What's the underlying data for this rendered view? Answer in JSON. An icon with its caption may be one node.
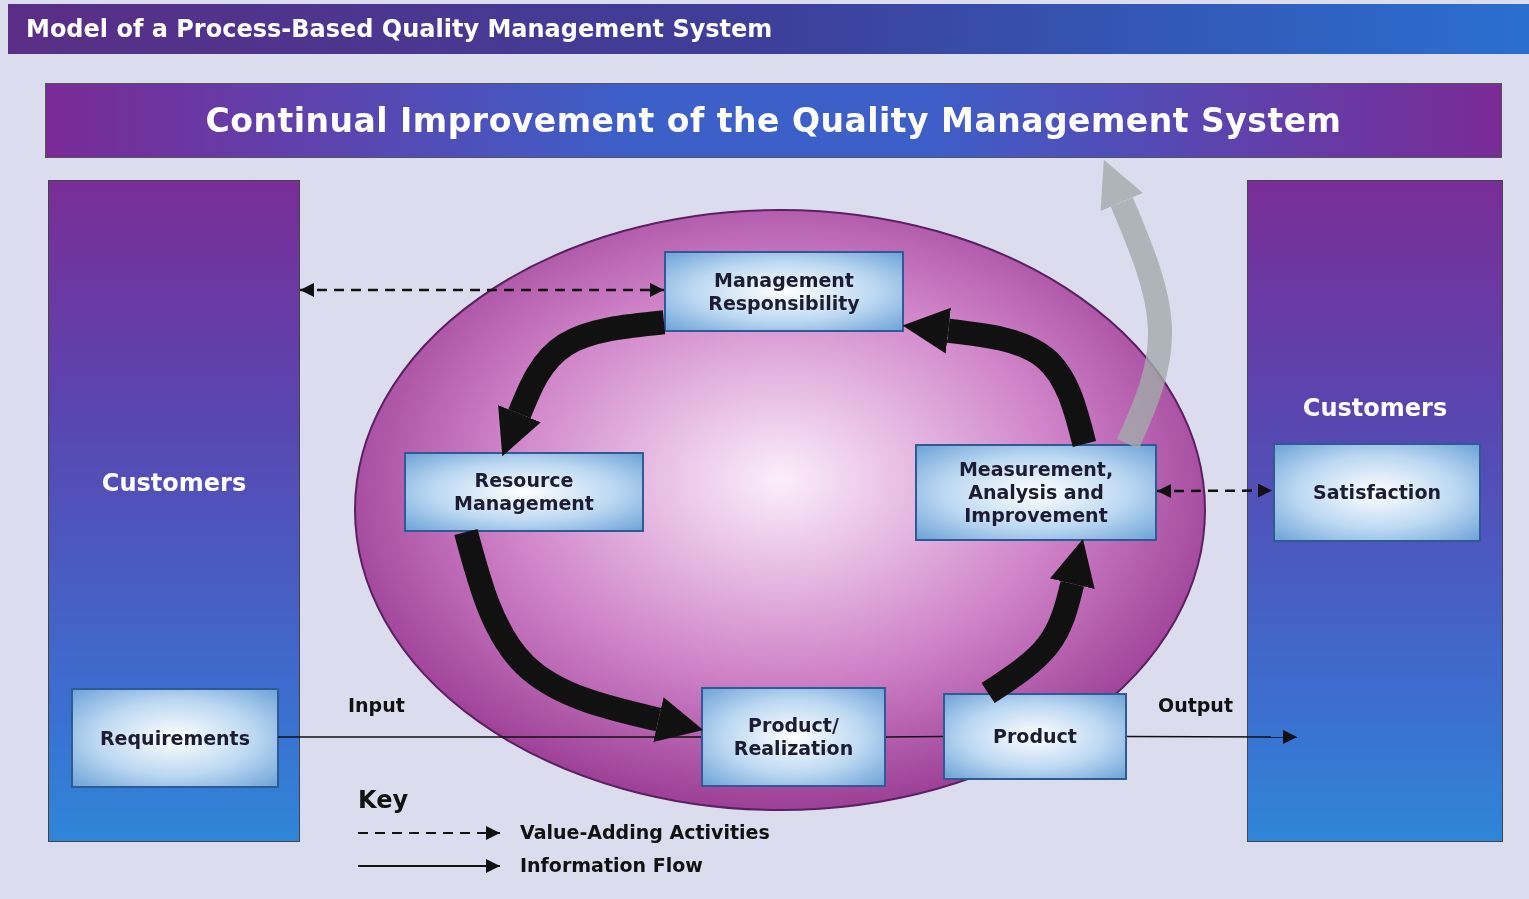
{
  "diagram": {
    "title": "Model of a Process-Based Quality Management System",
    "nodes": [
      {
        "text": [
          "Customers"
        ]
      },
      {
        "text": [
          "Requirements"
        ],
        "in": 0
      },
      {
        "text": [
          "Customers"
        ]
      },
      {
        "text": [
          "Satisfaction"
        ],
        "in": 2
      },
      {
        "text": [
          "Continual Improvement of the Quality Management System"
        ]
      },
      {
        "text": [
          "Management Responsibility"
        ]
      },
      {
        "text": [
          "Resource Management"
        ]
      },
      {
        "text": [
          "Product/ Realization"
        ]
      },
      {
        "text": [
          "Measurement, Analysis and Improvement"
        ]
      },
      {
        "text": [
          "Product"
        ]
      }
    ],
    "edges": [
      {
        "from": 0,
        "to": 5,
        "arrow": "both",
        "style": "dashed"
      },
      {
        "from": 8,
        "to": 3,
        "arrow": "both",
        "style": "dashed"
      },
      {
        "from": 5,
        "to": 6,
        "arrow": "to",
        "style": "thick"
      },
      {
        "from": 6,
        "to": 7,
        "arrow": "to",
        "style": "thick"
      },
      {
        "from": 9,
        "to": 8,
        "arrow": "to",
        "style": "thick"
      },
      {
        "from": 8,
        "to": 5,
        "arrow": "to",
        "style": "thick"
      },
      {
        "from": 1,
        "to": 7,
        "arrow": "none",
        "label": "Input"
      },
      {
        "from": 7,
        "to": 9,
        "arrow": "none"
      },
      {
        "from": 9,
        "to": null,
        "arrow": "to",
        "label": "Output"
      },
      {
        "from": 8,
        "to": 4,
        "arrow": "to",
        "style": "thick",
        "color": "#a3abab"
      }
    ],
    "labels": [
      "Key"
    ],
    "legend": [
      {
        "text": "Value-Adding Activities"
      },
      {
        "text": "Information Flow"
      }
    ]
  }
}
